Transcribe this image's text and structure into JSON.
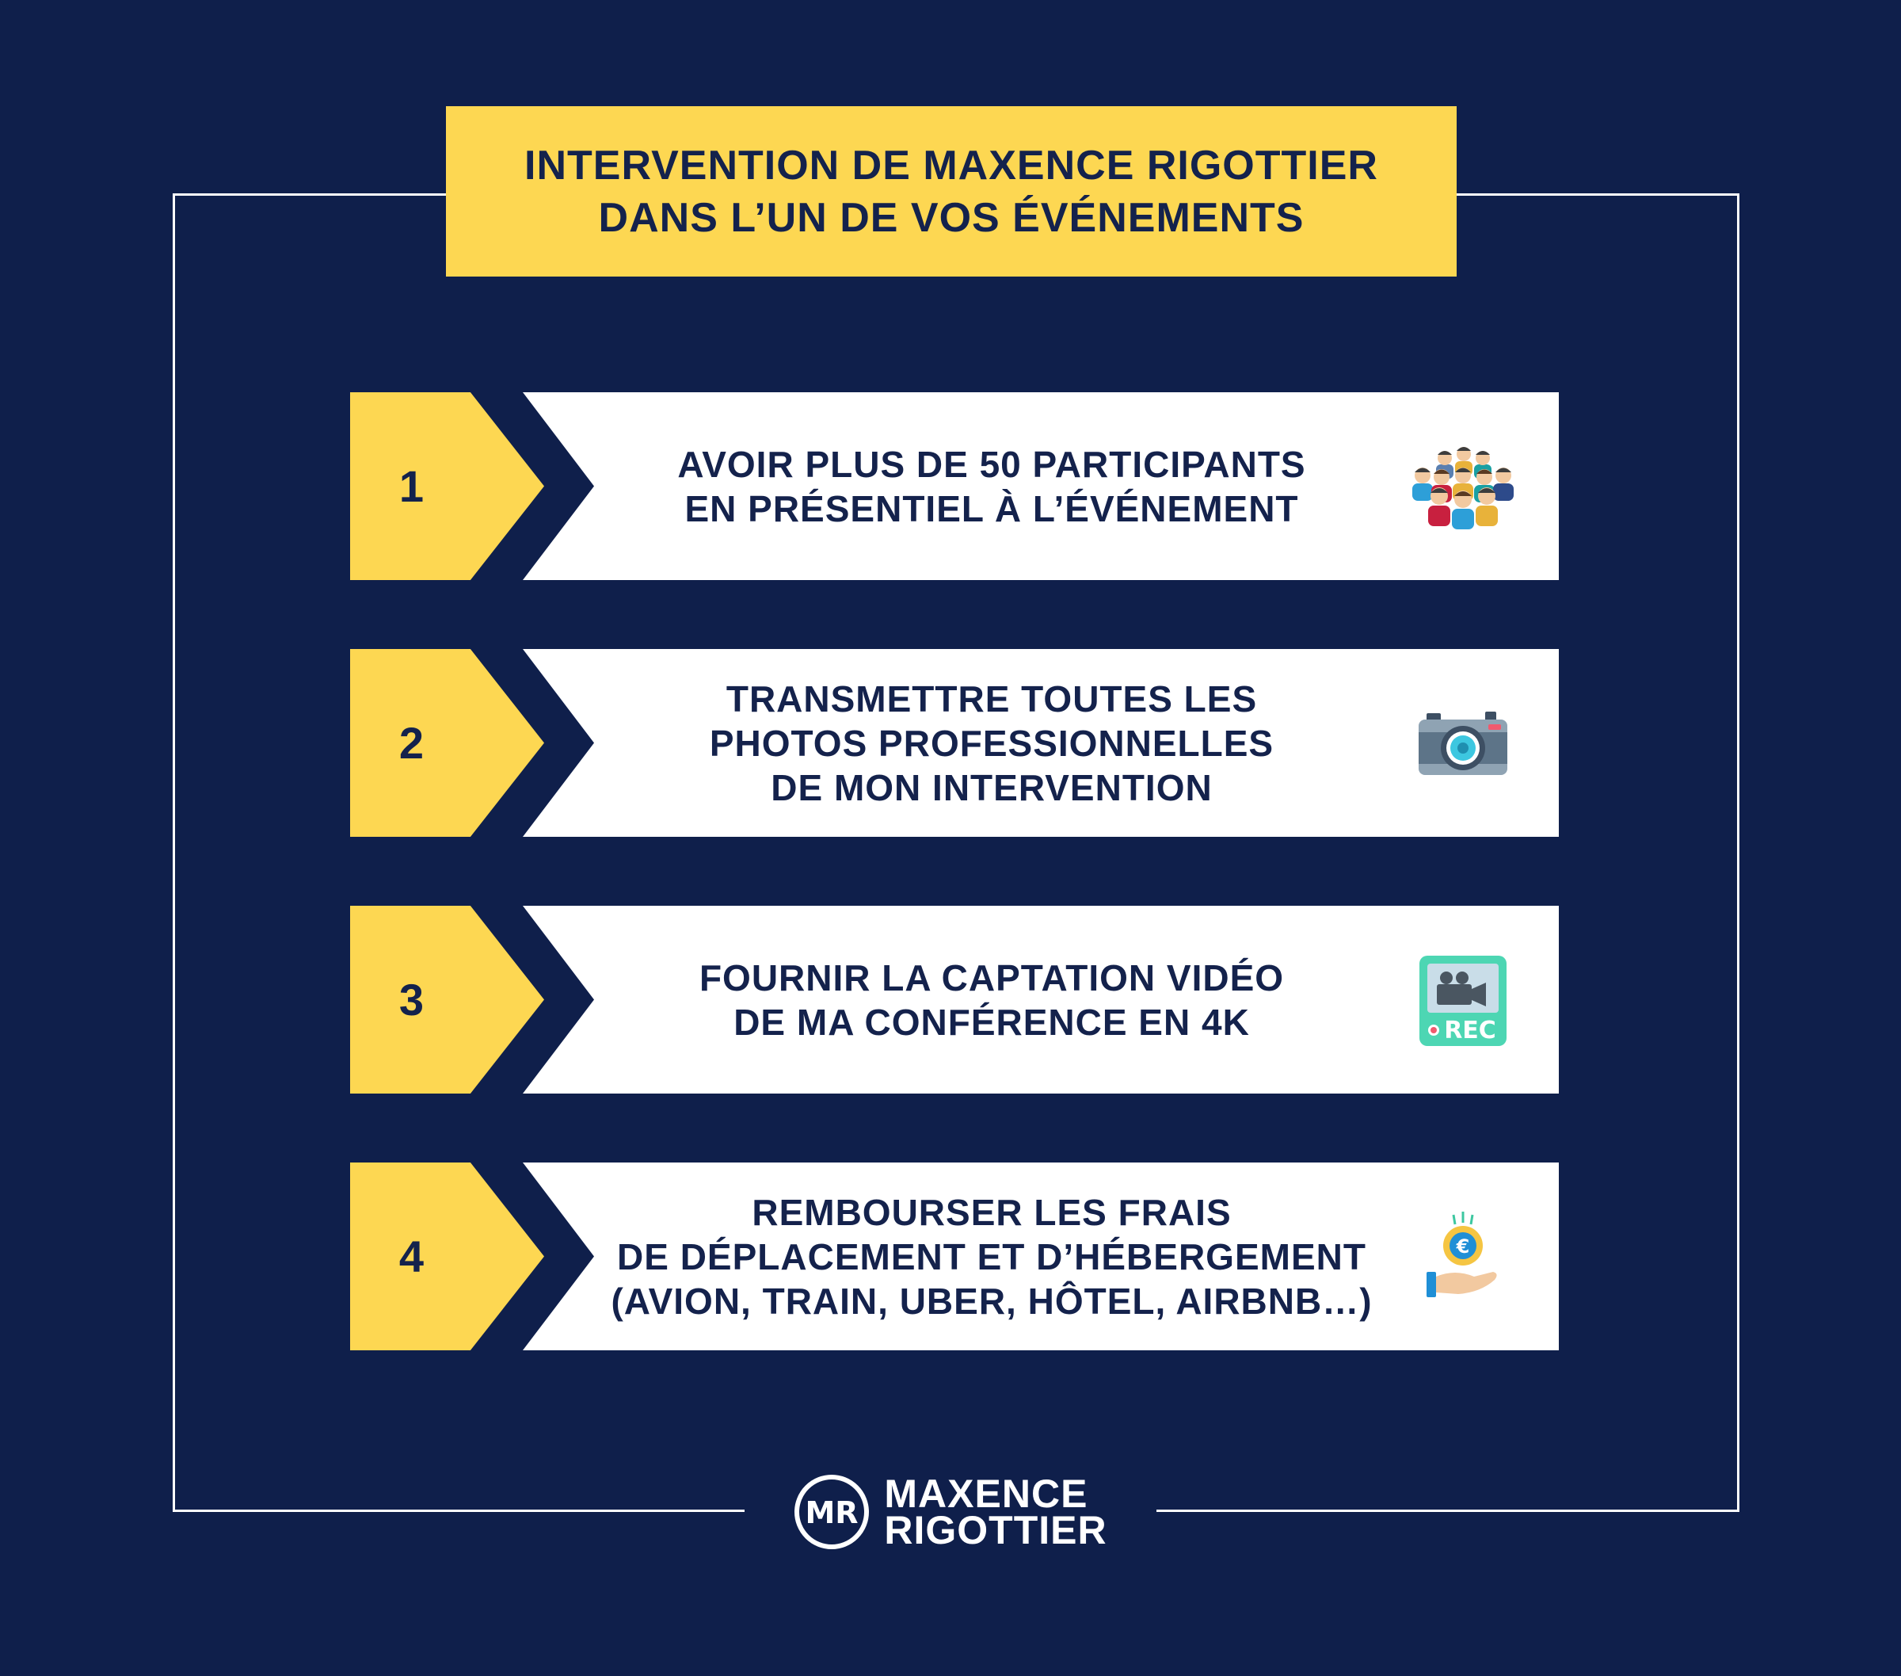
{
  "title": {
    "line1": "INTERVENTION DE MAXENCE RIGOTTIER",
    "line2": "DANS L’UN DE VOS ÉVÉNEMENTS"
  },
  "steps": [
    {
      "number": "1",
      "lines": [
        "AVOIR PLUS DE 50 PARTICIPANTS",
        "EN PRÉSENTIEL À L’ÉVÉNEMENT"
      ],
      "icon": "crowd-icon"
    },
    {
      "number": "2",
      "lines": [
        "TRANSMETTRE TOUTES LES",
        "PHOTOS PROFESSIONNELLES",
        "DE MON INTERVENTION"
      ],
      "icon": "camera-icon"
    },
    {
      "number": "3",
      "lines": [
        "FOURNIR LA CAPTATION VIDÉO",
        "DE MA CONFÉRENCE EN 4K"
      ],
      "icon": "video-rec-icon",
      "icon_text": "REC"
    },
    {
      "number": "4",
      "lines": [
        "REMBOURSER LES FRAIS",
        "DE DÉPLACEMENT ET D’HÉBERGEMENT",
        "(AVION, TRAIN, UBER, HÔTEL, AIRBNB…)"
      ],
      "icon": "euro-coin-hand-icon",
      "icon_text": "€"
    }
  ],
  "logo": {
    "monogram": "MR",
    "line1": "MAXENCE",
    "line2": "RIGOTTIER"
  },
  "colors": {
    "background": "#0f1f4b",
    "accent": "#fdd752",
    "text_dark": "#14224c",
    "panel": "#ffffff"
  }
}
